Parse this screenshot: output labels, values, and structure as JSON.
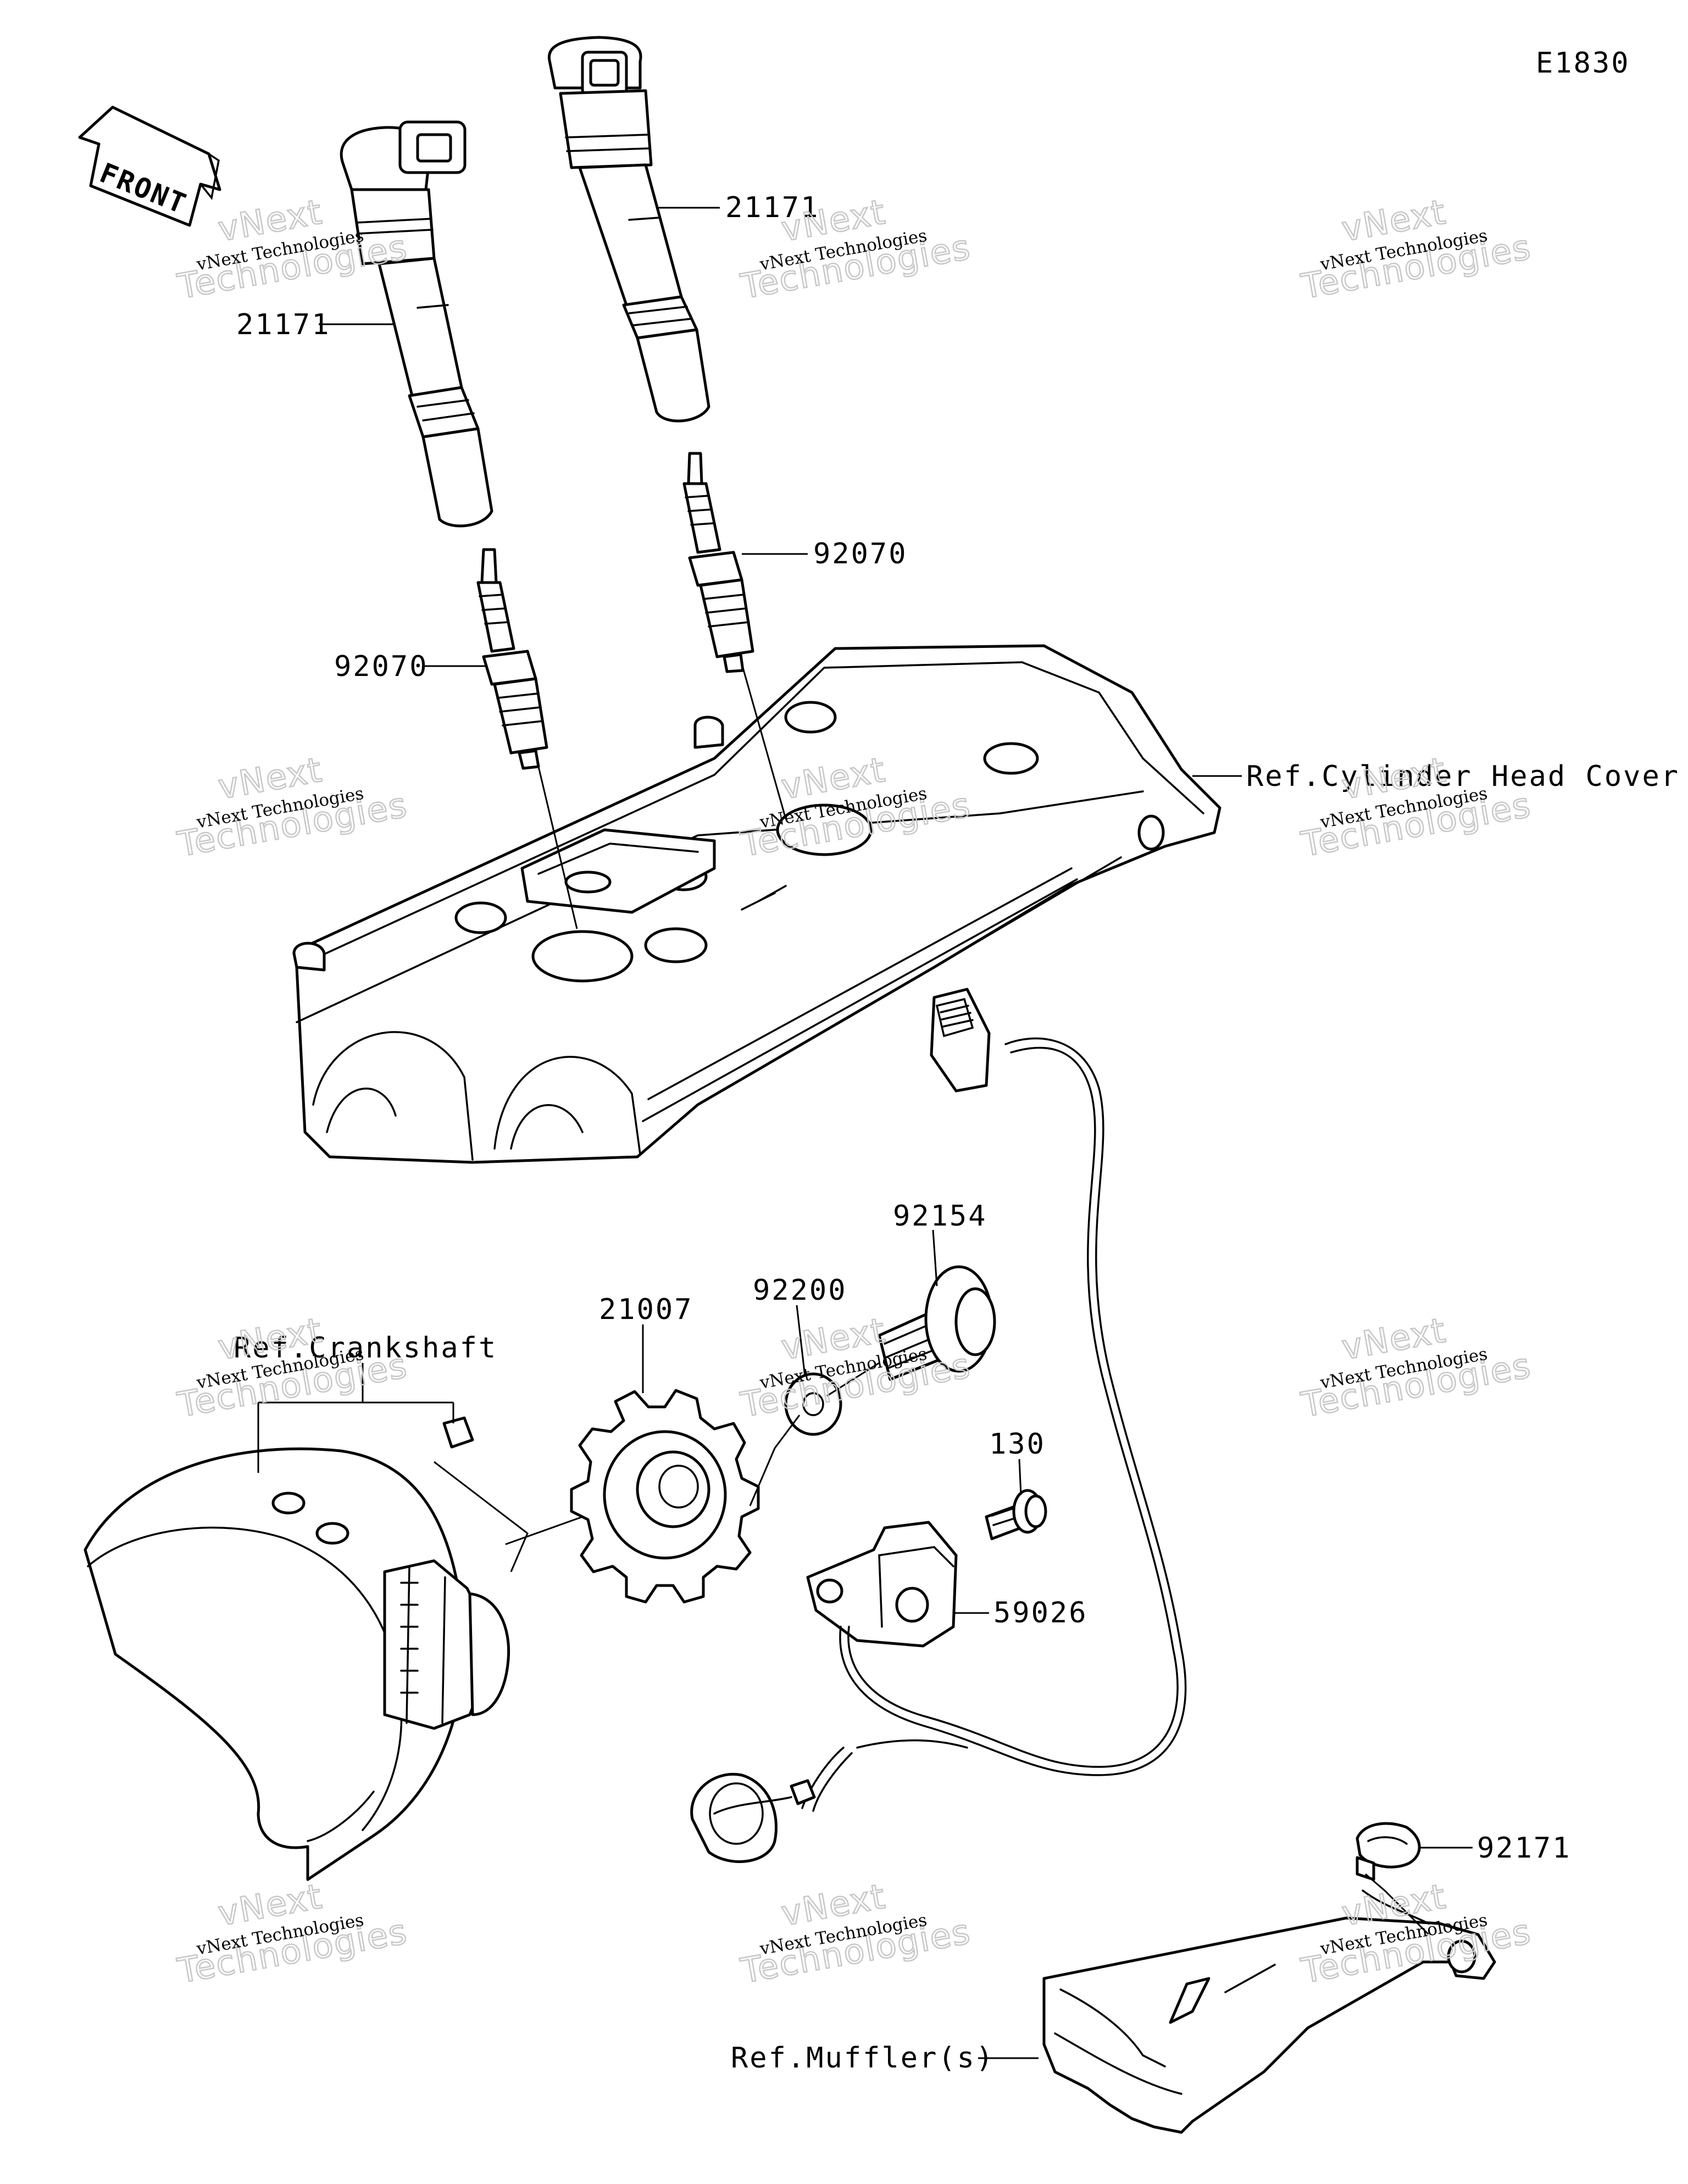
{
  "diagram_code": "E1830",
  "front_arrow_label": "FRONT",
  "labels": {
    "coil_left": "21171",
    "coil_right": "21171",
    "plug_right": "92070",
    "plug_left": "92070",
    "cylinder_head_cover": "Ref.Cylinder Head Cover",
    "crankshaft": "Ref.Crankshaft",
    "rotor": "21007",
    "washer": "92200",
    "bolt_rotor": "92154",
    "bolt_sensor": "130",
    "sensor": "59026",
    "clamp": "92171",
    "muffler": "Ref.Muffler(s)"
  },
  "watermark": {
    "line1": "vNext Technologies",
    "line2": "Technologies",
    "ghost": "vNext"
  }
}
